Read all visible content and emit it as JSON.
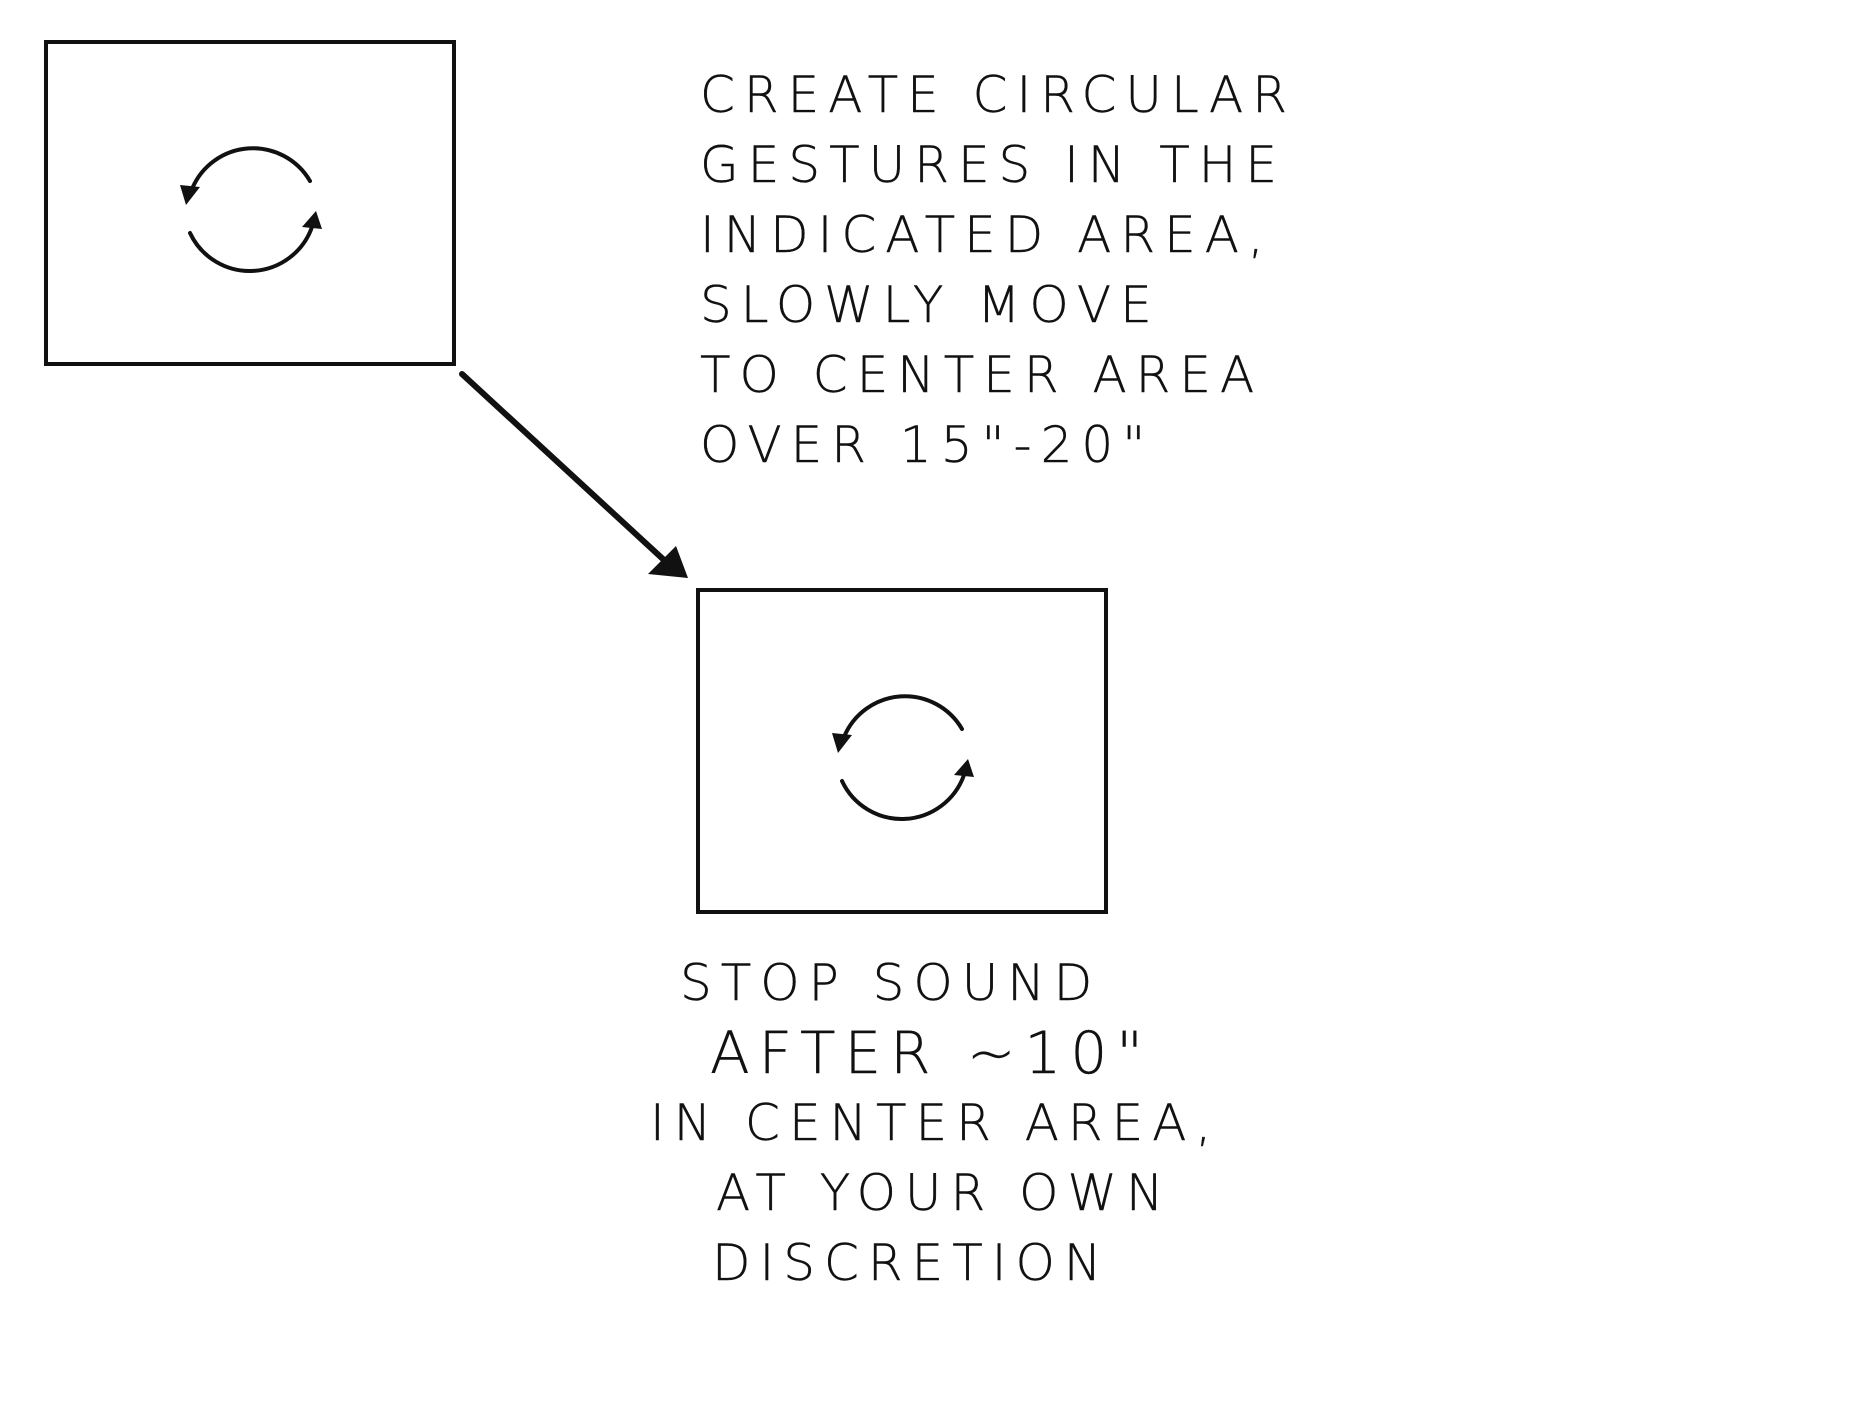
{
  "instructions": {
    "top_note": [
      "CREATE CIRCULAR",
      "GESTURES IN THE",
      "INDICATED AREA,",
      "SLOWLY MOVE",
      "TO CENTER AREA",
      "OVER 15\"-20\""
    ],
    "bottom_note": [
      "STOP SOUND",
      "AFTER ~10\"",
      "IN CENTER AREA,",
      "AT YOUR OWN",
      "DISCRETION"
    ]
  },
  "icons": {
    "gesture": "circular-arrows-icon",
    "transition": "diagonal-arrow-icon"
  },
  "colors": {
    "ink": "#111111",
    "paper": "#ffffff"
  }
}
